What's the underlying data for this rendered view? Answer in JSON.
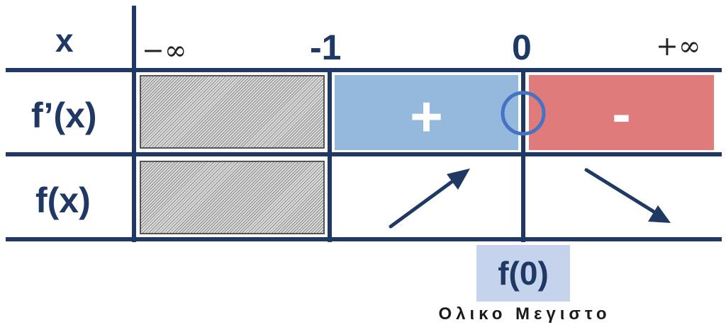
{
  "table": {
    "row_labels": {
      "x": "x",
      "derivative": "f’(x)",
      "function": "f(x)"
    },
    "x_values": {
      "neg_inf": "−∞",
      "critical_1": "-1",
      "critical_2": "0",
      "pos_inf": "+∞"
    },
    "derivative_signs": {
      "interval_1": "+",
      "interval_2": "-"
    },
    "monotonicity": {
      "interval_1": "increasing",
      "interval_2": "decreasing"
    }
  },
  "extremum": {
    "value_label": "f(0)",
    "caption": "Ολικο Μεγιστο"
  },
  "colors": {
    "grid": "#1f3864",
    "positive": "#95b9dc",
    "negative": "#e07b7c",
    "marker_circle": "#4472c4",
    "extremum_box": "#c5d3ec",
    "hatch": "#8a8a8a"
  },
  "icons": {
    "increasing": "arrow-up-right-icon",
    "decreasing": "arrow-down-right-icon",
    "zero_marker": "circle-marker-icon"
  }
}
